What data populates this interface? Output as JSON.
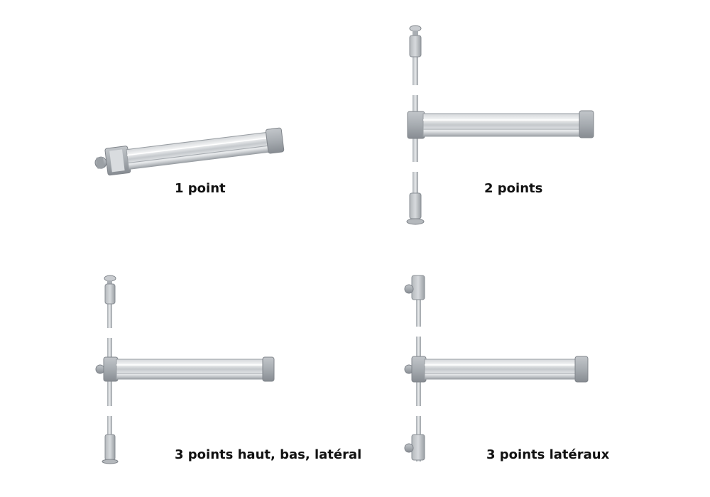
{
  "variants": [
    {
      "label": "1 point"
    },
    {
      "label": "2 points"
    },
    {
      "label": "3 points haut, bas, latéral"
    },
    {
      "label": "3 points latéraux"
    }
  ],
  "colors": {
    "background": "#ffffff",
    "caption": "#111111",
    "metal_light": "#e4e6e8",
    "metal_mid": "#b9bdc1",
    "metal_dark": "#8d9298"
  }
}
